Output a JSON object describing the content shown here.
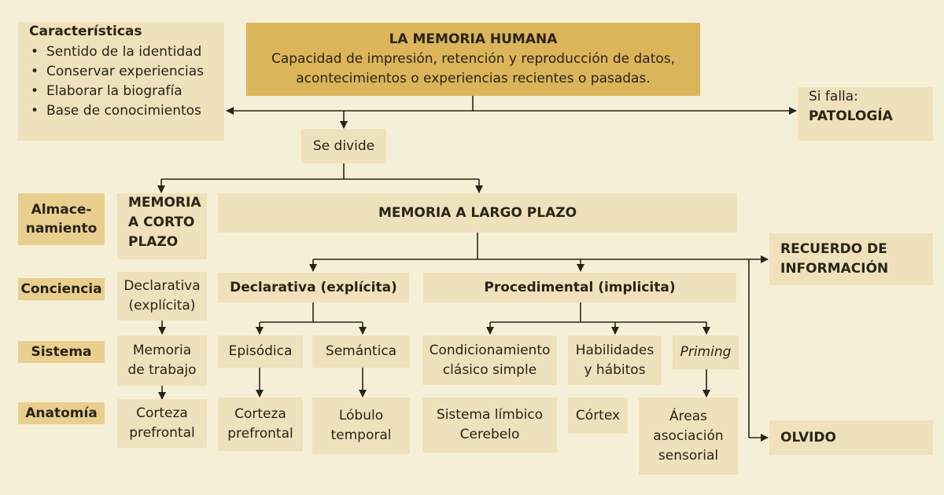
{
  "header": {
    "title": "LA MEMORIA HUMANA",
    "line1": "Capacidad de impresión, retención y reproducción de datos,",
    "line2": "acontecimientos o experiencias recientes o pasadas."
  },
  "characteristics": {
    "title": "Características",
    "items": [
      "Sentido de la identidad",
      "Conservar experiencias",
      "Elaborar la biografía",
      "Base de conocimientos"
    ]
  },
  "failure": {
    "prefix": "Si falla:",
    "label": "PATOLOGÍA"
  },
  "divide": "Se divide",
  "row_labels": {
    "storage_1": "Almace-",
    "storage_2": "namiento",
    "consciousness": "Conciencia",
    "system": "Sistema",
    "anatomy": "Anatomía"
  },
  "short_term": {
    "title_1": "MEMORIA",
    "title_2": "A CORTO",
    "title_3": "PLAZO",
    "consciousness_1": "Declarativa",
    "consciousness_2": "(explícita)",
    "system_1": "Memoria",
    "system_2": "de trabajo",
    "anatomy_1": "Corteza",
    "anatomy_2": "prefrontal"
  },
  "long_term": {
    "title": "MEMORIA A LARGO PLAZO",
    "declarative": "Declarativa (explícita)",
    "procedural": "Procedimental (implicita)",
    "episodic": "Episódica",
    "semantic": "Semántica",
    "conditioning_1": "Condicionamiento",
    "conditioning_2": "clásico simple",
    "skills_1": "Habilidades",
    "skills_2": "y hábitos",
    "priming": "Priming",
    "episodic_anatomy_1": "Corteza",
    "episodic_anatomy_2": "prefrontal",
    "semantic_anatomy_1": "Lóbulo",
    "semantic_anatomy_2": "temporal",
    "conditioning_anatomy_1": "Sistema límbico",
    "conditioning_anatomy_2": "Cerebelo",
    "skills_anatomy": "Córtex",
    "priming_anatomy_1": "Áreas",
    "priming_anatomy_2": "asociación",
    "priming_anatomy_3": "sensorial"
  },
  "outcomes": {
    "recall_1": "RECUERDO DE",
    "recall_2": "INFORMACIÓN",
    "forgetting": "OLVIDO"
  },
  "colors": {
    "background": "#f6efd8",
    "box": "#efe1bb",
    "header": "#dcb55a",
    "row_label": "#e8cf8e",
    "line": "#2a2418"
  }
}
